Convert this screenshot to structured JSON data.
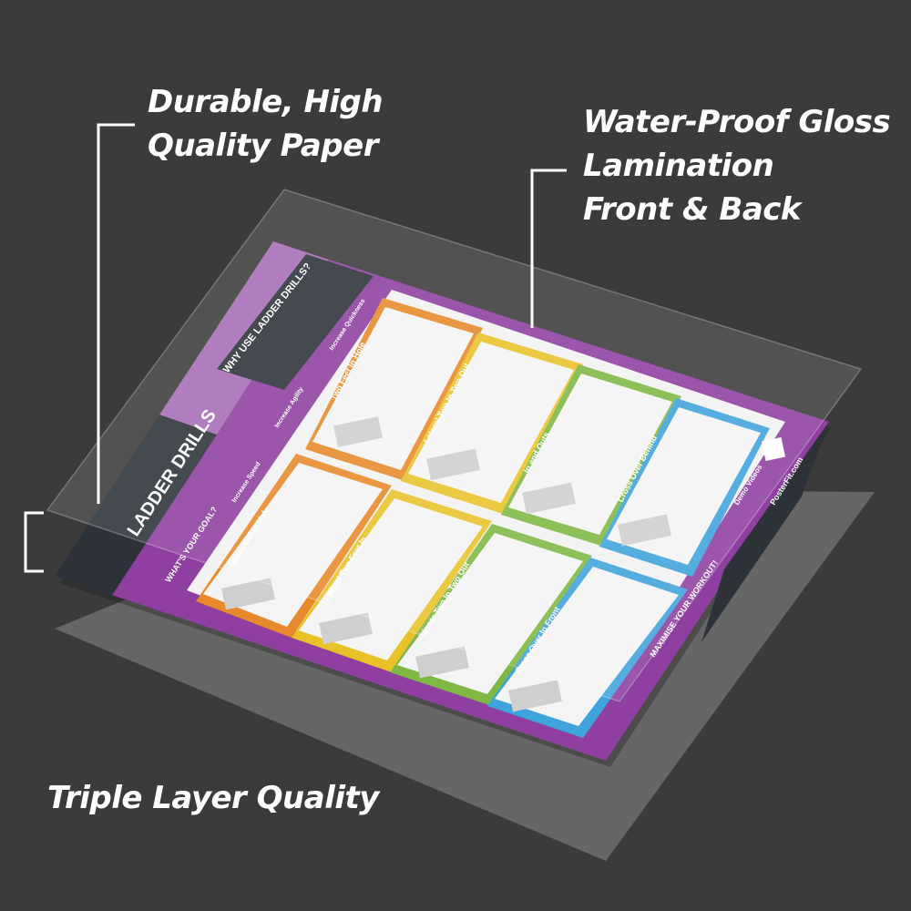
{
  "callouts": {
    "paper": [
      "Durable, High",
      "Quality Paper"
    ],
    "lamination": [
      "Water-Proof Gloss",
      "Lamination",
      "Front & Back"
    ],
    "layers": "Triple Layer Quality"
  },
  "poster": {
    "title": "LADDER DRILLS",
    "goal_heading": "WHAT'S YOUR GOAL?",
    "why_heading": "WHY USE LADDER DRILLS?",
    "benefits": [
      "Increase Speed",
      "Increase Agility",
      "Increase Quickness"
    ],
    "drills": [
      {
        "name": "Two Feet In Hole",
        "color": "#e8892b"
      },
      {
        "name": "Lateral Two In Two Out",
        "color": "#e9c22a"
      },
      {
        "name": "In and Outs",
        "color": "#7fb844"
      },
      {
        "name": "Cross Over Behind",
        "color": "#3fa3dc"
      },
      {
        "name": "One Foot In Hole",
        "color": "#e8892b"
      },
      {
        "name": "Lateral Two Feet In",
        "color": "#e9c22a"
      },
      {
        "name": "Linear Two In Two Out",
        "color": "#7fb844"
      },
      {
        "name": "Cross Over In Front",
        "color": "#3fa3dc"
      }
    ],
    "footer_heading": "MAXIMISE YOUR WORKOUT!",
    "demo_label": "Demo Videos",
    "brand": "PosterFit.com",
    "colors": {
      "purple": "#8e3fa0",
      "dark": "#2c3238",
      "panel": "#e7e7e7"
    }
  },
  "colors": {
    "background": "#3b3b3b",
    "callout_text": "#ffffff"
  }
}
